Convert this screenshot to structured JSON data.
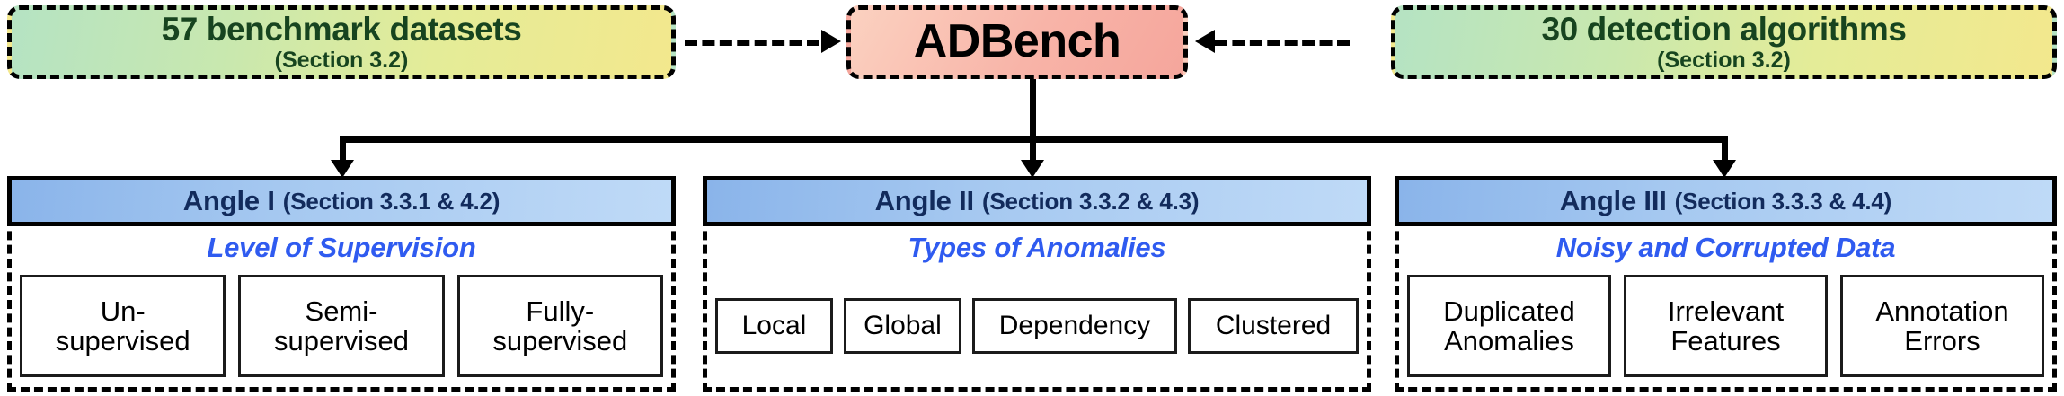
{
  "diagram": {
    "title": "ADBench overview flow diagram",
    "colors": {
      "green_yellow_gradient_start": "#b5e3c3",
      "green_yellow_gradient_end": "#f3e88d",
      "pink_gradient_start": "#fbd1c0",
      "pink_gradient_end": "#f5a69c",
      "blue_header_start": "#8ab4ea",
      "blue_header_end": "#bfdaf7",
      "green_text": "#17441f",
      "navy_text": "#122b5c",
      "blue_subtitle": "#2f5bf0",
      "border": "#000000"
    }
  },
  "top_row": {
    "datasets": {
      "title": "57 benchmark datasets",
      "section": "(Section 3.2)"
    },
    "center": {
      "title": "ADBench"
    },
    "algorithms": {
      "title": "30 detection algorithms",
      "section": "(Section 3.2)"
    }
  },
  "angles": [
    {
      "name": "Angle I",
      "section": "(Section 3.3.1 & 4.2)",
      "subtitle": "Level of Supervision",
      "items": [
        {
          "line1": "Un-",
          "line2": "supervised"
        },
        {
          "line1": "Semi-",
          "line2": "supervised"
        },
        {
          "line1": "Fully-",
          "line2": "supervised"
        }
      ]
    },
    {
      "name": "Angle II",
      "section": "(Section 3.3.2 & 4.3)",
      "subtitle": "Types of Anomalies",
      "items": [
        {
          "line1": "Local",
          "line2": ""
        },
        {
          "line1": "Global",
          "line2": ""
        },
        {
          "line1": "Dependency",
          "line2": ""
        },
        {
          "line1": "Clustered",
          "line2": ""
        }
      ]
    },
    {
      "name": "Angle III",
      "section": "(Section 3.3.3 & 4.4)",
      "subtitle": "Noisy and Corrupted Data",
      "items": [
        {
          "line1": "Duplicated",
          "line2": "Anomalies"
        },
        {
          "line1": "Irrelevant",
          "line2": "Features"
        },
        {
          "line1": "Annotation",
          "line2": "Errors"
        }
      ]
    }
  ]
}
